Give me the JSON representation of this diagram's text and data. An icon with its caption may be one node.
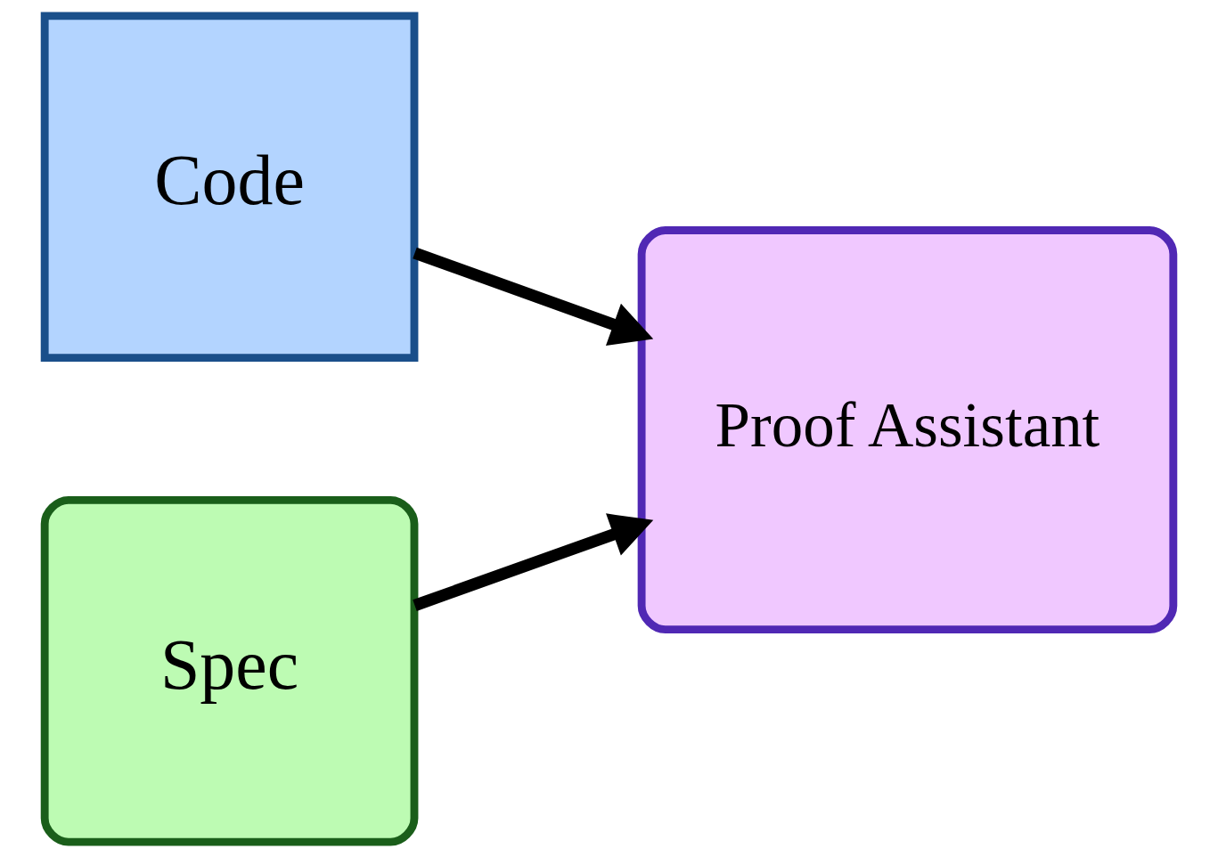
{
  "diagram": {
    "nodes": [
      {
        "text": [
          "Code"
        ]
      },
      {
        "text": [
          "Spec"
        ]
      },
      {
        "text": [
          "Proof Assistant"
        ]
      }
    ],
    "edges": [
      {
        "from": 0,
        "to": 2,
        "arrow": "to"
      },
      {
        "from": 1,
        "to": 2,
        "arrow": "to"
      }
    ]
  }
}
